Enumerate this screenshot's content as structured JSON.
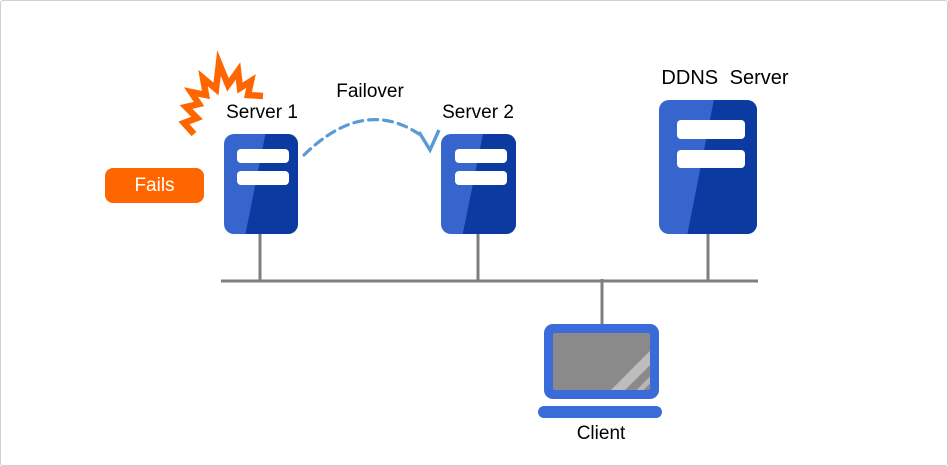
{
  "diagram": {
    "labels": {
      "fails": "Fails",
      "server1": "Server 1",
      "failover": "Failover",
      "server2": "Server 2",
      "ddns_server": "DDNS Server",
      "client": "Client"
    },
    "icons": {
      "burst": "failure-burst-icon",
      "server1": "server-icon",
      "server2": "server-icon",
      "ddns_server": "server-icon",
      "failover_arrow": "dashed-arc-arrow-icon",
      "network": "network-bus-line-icon",
      "client": "laptop-icon"
    },
    "colors": {
      "accent_orange": "#FF6600",
      "server_blue_light": "#3765CE",
      "server_blue_dark": "#0B3AA0",
      "arrow_blue": "#5B9BD5",
      "line_gray": "#7F7F7F",
      "laptop_blue": "#3A6BD9",
      "screen_gray": "#8A8A8A",
      "stripe_gray": "#BDBDBD",
      "text_black": "#000000",
      "canvas_border": "#CFCFCF"
    }
  }
}
